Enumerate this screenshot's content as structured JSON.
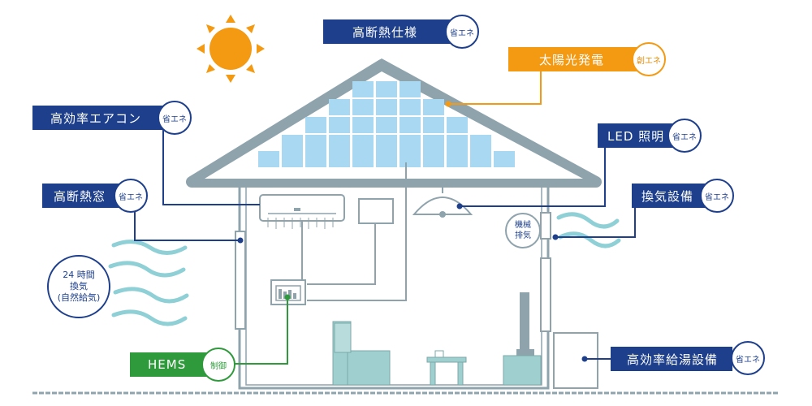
{
  "labels": {
    "insulation": "高断熱仕様",
    "solar": "太陽光発電",
    "aircon": "高効率エアコン",
    "led": "LED 照明",
    "window": "高断熱窓",
    "ventilation": "換気設備",
    "hems": "HEMS",
    "water_heater": "高効率給湯設備"
  },
  "badges": {
    "save": "省エネ",
    "create": "創エネ",
    "control": "制御"
  },
  "notes": {
    "vent24_line1": "24 時間",
    "vent24_line2": "換気",
    "vent24_line3": "(自然給気)",
    "exhaust_line1": "機械",
    "exhaust_line2": "排気"
  },
  "colors": {
    "navy": "#1d3f8c",
    "orange": "#f39a12",
    "green": "#2f9a3c",
    "house_line": "#8fa3ad",
    "panel": "#a9d8f3",
    "wave": "#8fd0d6"
  }
}
